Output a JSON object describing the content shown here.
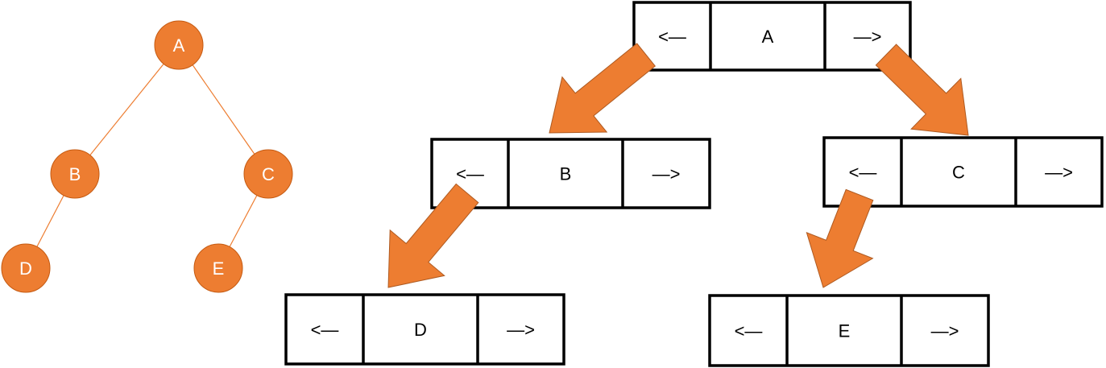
{
  "colors": {
    "node_fill": "#ed7d31",
    "node_stroke": "#c55a11",
    "edge": "#ed7d31",
    "arrow_fill": "#ed7d31",
    "box_stroke": "#000000"
  },
  "tree": {
    "nodes": [
      {
        "id": "A",
        "label": "A"
      },
      {
        "id": "B",
        "label": "B"
      },
      {
        "id": "C",
        "label": "C"
      },
      {
        "id": "D",
        "label": "D"
      },
      {
        "id": "E",
        "label": "E"
      }
    ],
    "edges": [
      [
        "A",
        "B"
      ],
      [
        "A",
        "C"
      ],
      [
        "B",
        "D"
      ],
      [
        "C",
        "E"
      ]
    ]
  },
  "linked": {
    "nodes": [
      {
        "id": "A",
        "left": "<—",
        "value": "A",
        "right": "—>"
      },
      {
        "id": "B",
        "left": "<—",
        "value": "B",
        "right": "—>"
      },
      {
        "id": "C",
        "left": "<—",
        "value": "C",
        "right": "—>"
      },
      {
        "id": "D",
        "left": "<—",
        "value": "D",
        "right": "—>"
      },
      {
        "id": "E",
        "left": "<—",
        "value": "E",
        "right": "—>"
      }
    ],
    "pointers": [
      [
        "A",
        "B"
      ],
      [
        "A",
        "C"
      ],
      [
        "B",
        "D"
      ],
      [
        "C",
        "E"
      ]
    ]
  }
}
